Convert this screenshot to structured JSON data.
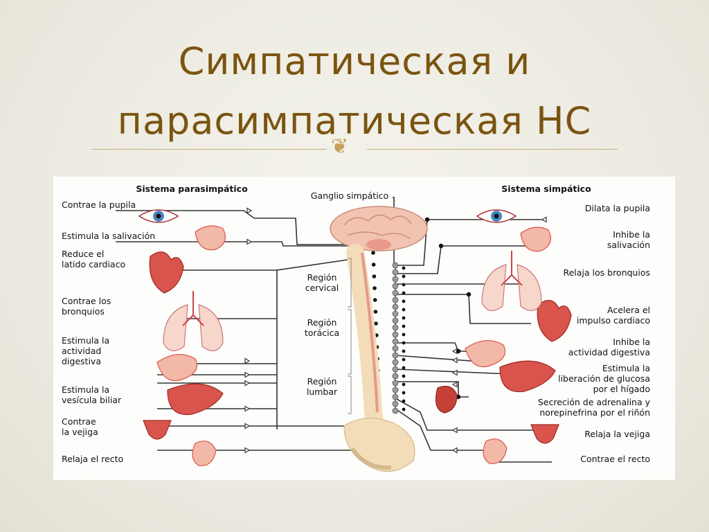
{
  "slide": {
    "title_line1": "Симпатическая и",
    "title_line2": "парасимпатическая НС",
    "title_color": "#7a5410",
    "ornament": "❦"
  },
  "diagram": {
    "para_header": "Sistema parasimpático",
    "symp_header": "Sistema simpático",
    "ganglion_label": "Ganglio simpático",
    "regions": [
      [
        "Región",
        "cervical"
      ],
      [
        "Región",
        "torácica"
      ],
      [
        "Región",
        "lumbar"
      ]
    ],
    "para_labels": [
      [
        "Contrae la pupila"
      ],
      [
        "Estimula la salivación"
      ],
      [
        "Reduce el",
        "latido cardiaco"
      ],
      [
        "Contrae los",
        "bronquios"
      ],
      [
        "Estimula la",
        "actividad",
        "digestiva"
      ],
      [
        "Estimula la",
        "vesícula biliar"
      ],
      [
        "Contrae",
        "la vejiga"
      ],
      [
        "Relaja el recto"
      ]
    ],
    "symp_labels": [
      [
        "Dilata la pupila"
      ],
      [
        "Inhibe la",
        "salivación"
      ],
      [
        "Relaja los bronquios"
      ],
      [
        "Acelera el",
        "impulso cardiaco"
      ],
      [
        "Inhibe la",
        "actividad digestiva"
      ],
      [
        "Estimula la",
        "liberación de glucosa",
        "por el hígado"
      ],
      [
        "Secreción de adrenalina y",
        "norepinefrina por el riñón"
      ],
      [
        "Relaja la vejiga"
      ],
      [
        "Contrae el recto"
      ]
    ],
    "colors": {
      "organ": "#d9544c",
      "organ_light": "#f2b8a8",
      "brain": "#f2c3b0",
      "spine": "#f3dcb8",
      "nerve": "#333333",
      "node": "#111111"
    }
  }
}
